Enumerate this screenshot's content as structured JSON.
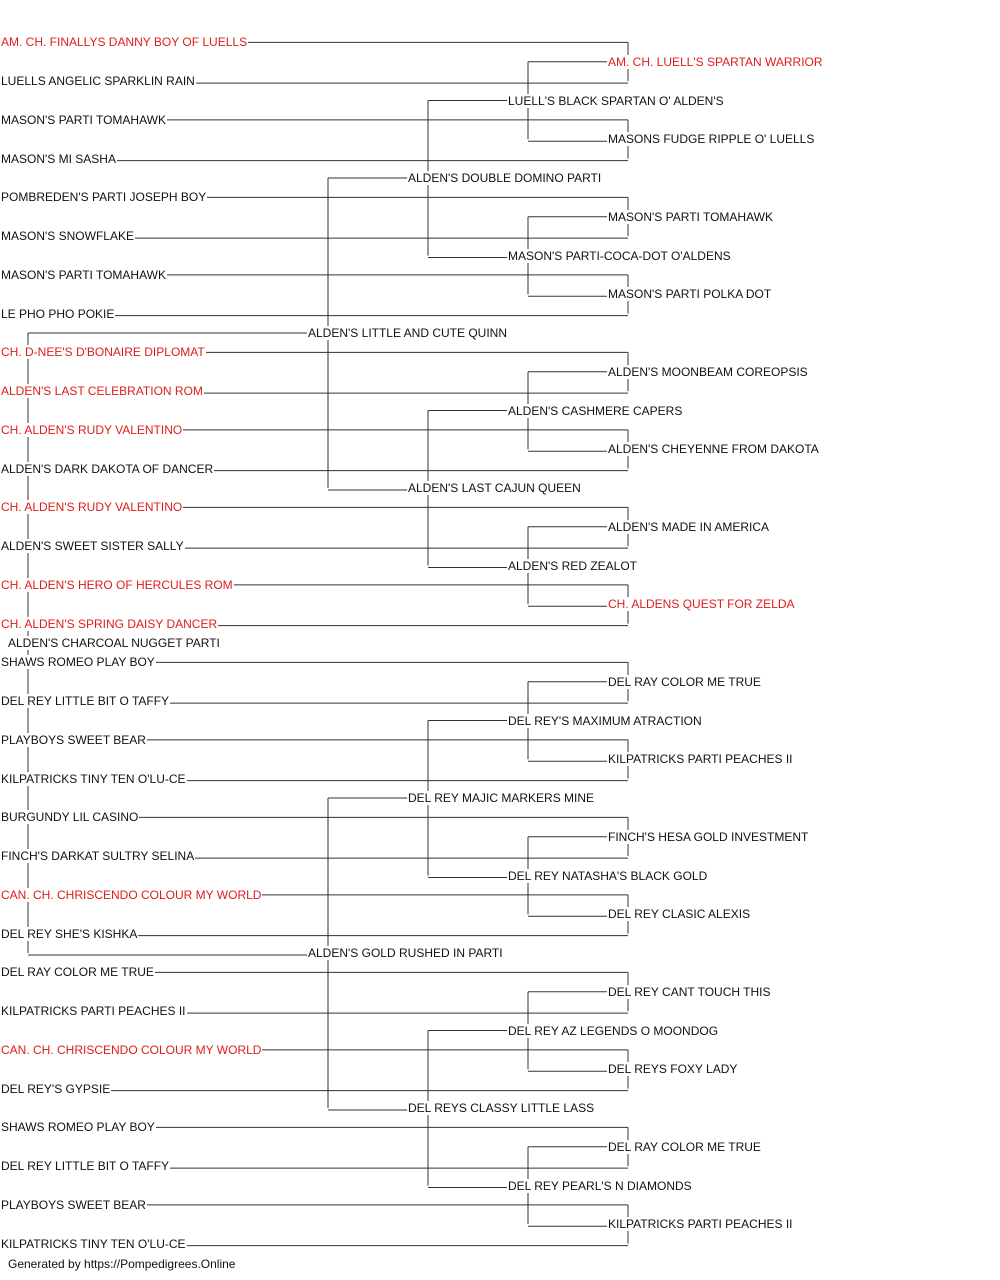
{
  "colors": {
    "line": "#333333",
    "text": "#111111",
    "champion": "#e01b1b",
    "background": "#ffffff"
  },
  "pedigree": {
    "name": "ALDEN'S CHARCOAL NUGGET PARTI",
    "sire": {
      "name": "ALDEN'S LITTLE AND CUTE QUINN",
      "sire": {
        "name": "ALDEN'S DOUBLE DOMINO PARTI",
        "sire": {
          "name": "LUELL'S BLACK SPARTAN O' ALDEN'S",
          "sire": {
            "name": "AM. CH. LUELL'S SPARTAN WARRIOR",
            "champion": true,
            "sire": {
              "name": "AM. CH. FINALLYS DANNY BOY OF LUELLS",
              "champion": true
            },
            "dam": {
              "name": "LUELLS ANGELIC SPARKLIN RAIN"
            }
          },
          "dam": {
            "name": "MASONS FUDGE RIPPLE O' LUELLS",
            "sire": {
              "name": "MASON'S PARTI TOMAHAWK"
            },
            "dam": {
              "name": "MASON'S MI SASHA"
            }
          }
        },
        "dam": {
          "name": "MASON'S PARTI-COCA-DOT O'ALDENS",
          "sire": {
            "name": "MASON'S PARTI TOMAHAWK",
            "sire": {
              "name": "POMBREDEN'S PARTI JOSEPH BOY"
            },
            "dam": {
              "name": "MASON'S SNOWFLAKE"
            }
          },
          "dam": {
            "name": "MASON'S PARTI POLKA DOT",
            "sire": {
              "name": "MASON'S PARTI TOMAHAWK"
            },
            "dam": {
              "name": "LE PHO PHO POKIE"
            }
          }
        }
      },
      "dam": {
        "name": "ALDEN'S LAST CAJUN QUEEN",
        "sire": {
          "name": "ALDEN'S CASHMERE CAPERS",
          "sire": {
            "name": "ALDEN'S MOONBEAM COREOPSIS",
            "sire": {
              "name": "CH. D-NEE'S D'BONAIRE DIPLOMAT",
              "champion": true
            },
            "dam": {
              "name": "ALDEN'S LAST CELEBRATION ROM",
              "champion": true
            }
          },
          "dam": {
            "name": "ALDEN'S CHEYENNE FROM DAKOTA",
            "sire": {
              "name": "CH. ALDEN'S RUDY VALENTINO",
              "champion": true
            },
            "dam": {
              "name": "ALDEN'S DARK DAKOTA OF DANCER"
            }
          }
        },
        "dam": {
          "name": "ALDEN'S RED ZEALOT",
          "sire": {
            "name": "ALDEN'S MADE IN AMERICA",
            "sire": {
              "name": "CH. ALDEN'S RUDY VALENTINO",
              "champion": true
            },
            "dam": {
              "name": "ALDEN'S SWEET SISTER SALLY"
            }
          },
          "dam": {
            "name": "CH. ALDENS QUEST FOR ZELDA",
            "champion": true,
            "sire": {
              "name": "CH. ALDEN'S HERO OF HERCULES ROM",
              "champion": true
            },
            "dam": {
              "name": "CH. ALDEN'S SPRING DAISY DANCER",
              "champion": true
            }
          }
        }
      }
    },
    "dam": {
      "name": "ALDEN'S GOLD RUSHED IN PARTI",
      "sire": {
        "name": "DEL REY MAJIC MARKERS MINE",
        "sire": {
          "name": "DEL REY'S MAXIMUM ATRACTION",
          "sire": {
            "name": "DEL RAY COLOR ME TRUE",
            "sire": {
              "name": "SHAWS ROMEO PLAY BOY"
            },
            "dam": {
              "name": "DEL REY LITTLE BIT O TAFFY"
            }
          },
          "dam": {
            "name": "KILPATRICKS PARTI PEACHES II",
            "sire": {
              "name": "PLAYBOYS SWEET BEAR"
            },
            "dam": {
              "name": "KILPATRICKS TINY TEN O'LU-CE"
            }
          }
        },
        "dam": {
          "name": "DEL REY NATASHA'S BLACK GOLD",
          "sire": {
            "name": "FINCH'S HESA GOLD INVESTMENT",
            "sire": {
              "name": "BURGUNDY LIL CASINO"
            },
            "dam": {
              "name": "FINCH'S DARKAT SULTRY SELINA"
            }
          },
          "dam": {
            "name": "DEL REY CLASIC ALEXIS",
            "sire": {
              "name": "CAN. CH. CHRISCENDO COLOUR MY WORLD",
              "champion": true
            },
            "dam": {
              "name": "DEL REY SHE'S KISHKA"
            }
          }
        }
      },
      "dam": {
        "name": "DEL REYS CLASSY LITTLE LASS",
        "sire": {
          "name": "DEL REY AZ LEGENDS O MOONDOG",
          "sire": {
            "name": "DEL REY CANT TOUCH THIS",
            "sire": {
              "name": "DEL RAY COLOR ME TRUE"
            },
            "dam": {
              "name": "KILPATRICKS PARTI PEACHES II"
            }
          },
          "dam": {
            "name": "DEL REYS FOXY LADY",
            "sire": {
              "name": "CAN. CH. CHRISCENDO COLOUR MY WORLD",
              "champion": true
            },
            "dam": {
              "name": "DEL REY'S GYPSIE"
            }
          }
        },
        "dam": {
          "name": "DEL REY PEARL'S N DIAMONDS",
          "sire": {
            "name": "DEL RAY COLOR ME TRUE",
            "sire": {
              "name": "SHAWS ROMEO PLAY BOY"
            },
            "dam": {
              "name": "DEL REY LITTLE BIT O TAFFY"
            }
          },
          "dam": {
            "name": "KILPATRICKS PARTI PEACHES II",
            "sire": {
              "name": "PLAYBOYS SWEET BEAR"
            },
            "dam": {
              "name": "KILPATRICKS TINY TEN O'LU-CE"
            }
          }
        }
      }
    }
  },
  "footer": "Generated by https://Pompedigrees.Online"
}
